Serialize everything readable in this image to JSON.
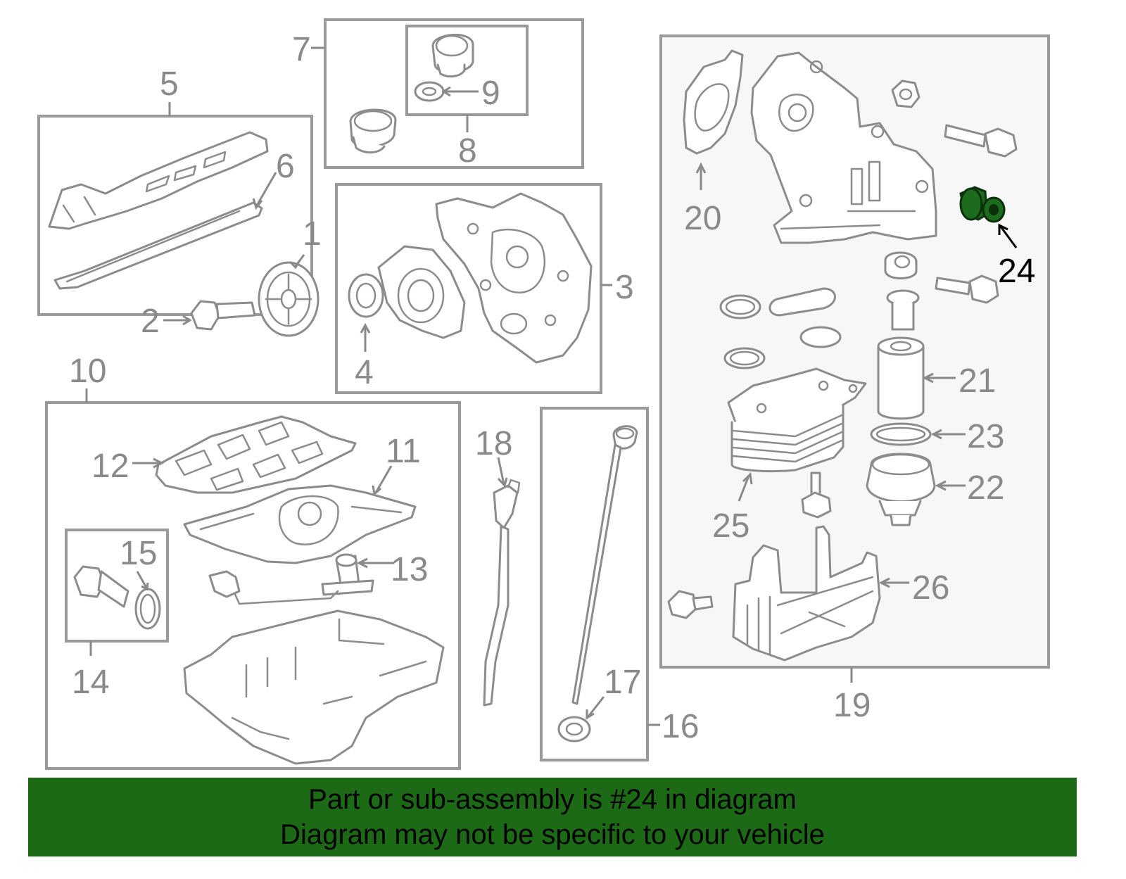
{
  "highlight_color": "#1c6a16",
  "highlighted_part": "24",
  "callouts": {
    "c1": "1",
    "c2": "2",
    "c3": "3",
    "c4": "4",
    "c5": "5",
    "c6": "6",
    "c7": "7",
    "c8": "8",
    "c9": "9",
    "c10": "10",
    "c11": "11",
    "c12": "12",
    "c13": "13",
    "c14": "14",
    "c15": "15",
    "c16": "16",
    "c17": "17",
    "c18": "18",
    "c19": "19",
    "c20": "20",
    "c21": "21",
    "c22": "22",
    "c23": "23",
    "c24": "24",
    "c25": "25",
    "c26": "26"
  },
  "banner": {
    "line1": "Part or sub-assembly is #24 in diagram",
    "line2": "Diagram may not be specific to your vehicle"
  }
}
